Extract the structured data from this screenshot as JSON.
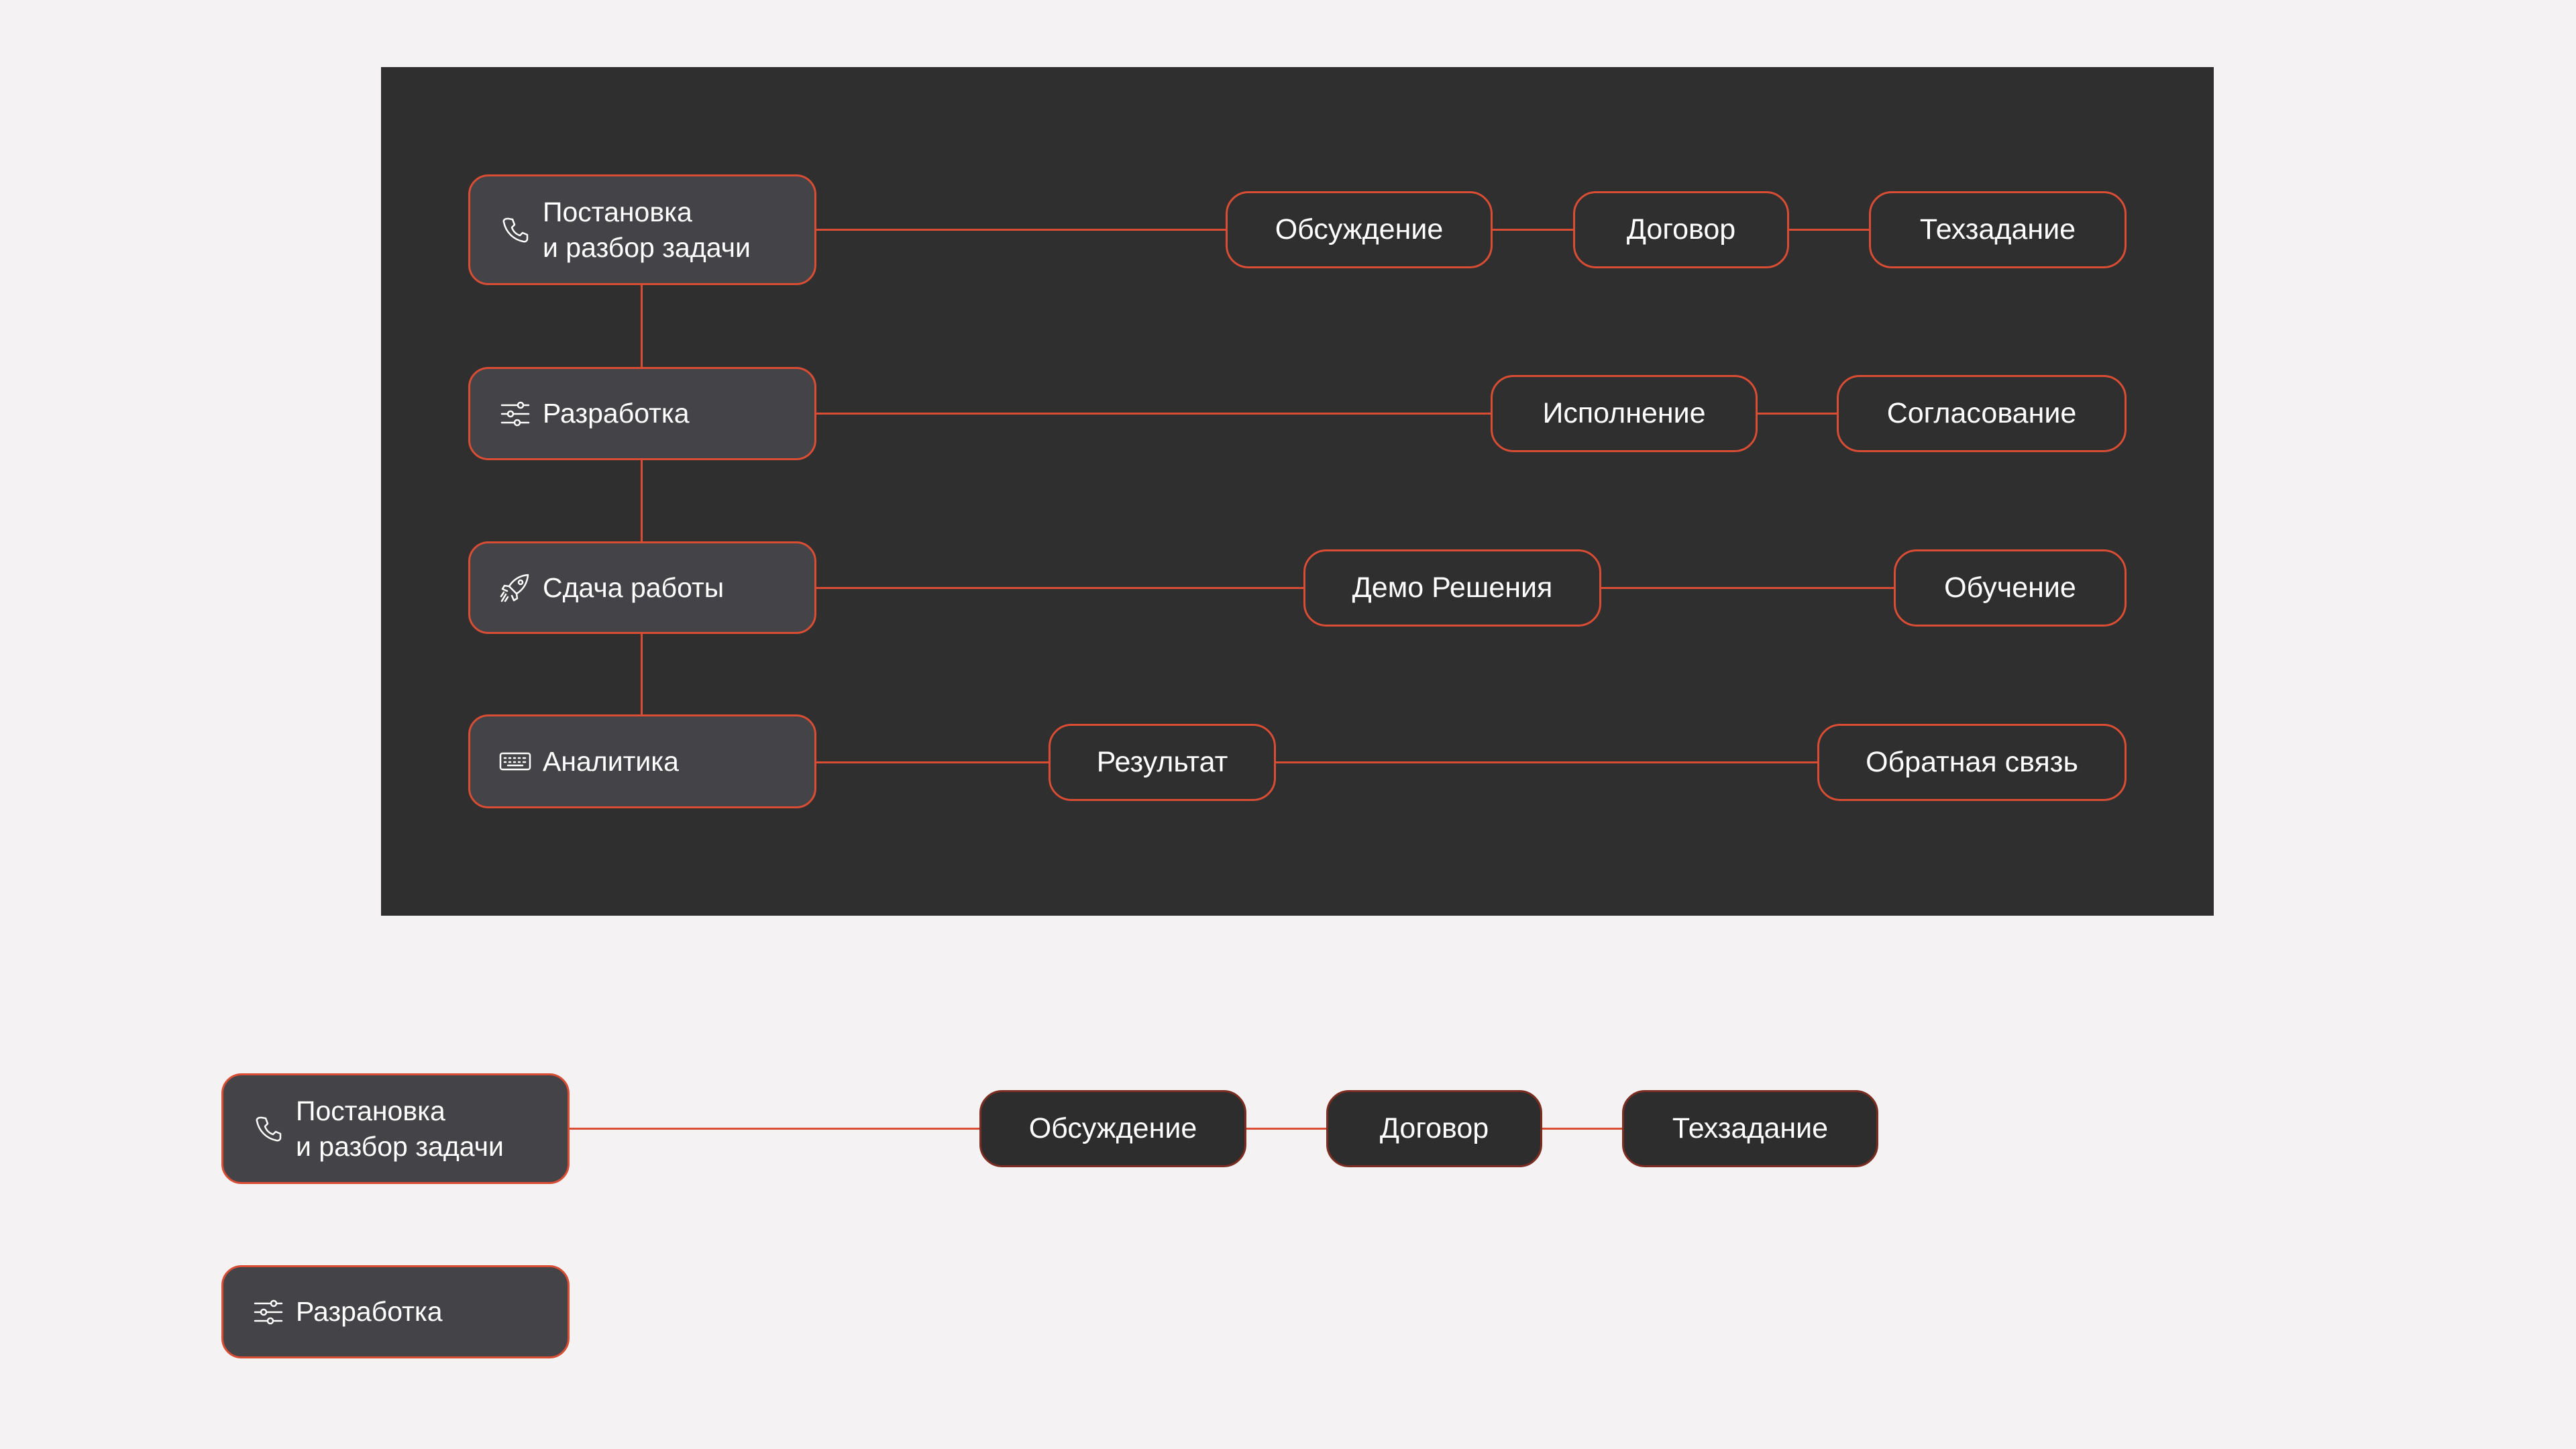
{
  "dark_diagram": {
    "rows": [
      {
        "stage": {
          "line1": "Постановка",
          "line2": "и разбор задачи",
          "icon": "phone-icon"
        },
        "steps": [
          "Обсуждение",
          "Договор",
          "Техзадание"
        ]
      },
      {
        "stage": {
          "line1": "Разработка",
          "line2": "",
          "icon": "sliders-icon"
        },
        "steps": [
          "Исполнение",
          "Согласование"
        ]
      },
      {
        "stage": {
          "line1": "Сдача работы",
          "line2": "",
          "icon": "rocket-icon"
        },
        "steps": [
          "Демо Решения",
          "Обучение"
        ]
      },
      {
        "stage": {
          "line1": "Аналитика",
          "line2": "",
          "icon": "keyboard-icon"
        },
        "steps": [
          "Результат",
          "Обратная связь"
        ]
      }
    ]
  },
  "light_diagram": {
    "rows": [
      {
        "stage": {
          "line1": "Постановка",
          "line2": "и разбор задачи",
          "icon": "phone-icon"
        },
        "steps": [
          "Обсуждение",
          "Договор",
          "Техзадание"
        ]
      },
      {
        "stage": {
          "line1": "Разработка",
          "line2": "",
          "icon": "sliders-icon"
        },
        "steps": []
      }
    ]
  },
  "colors": {
    "page_background": "#f5f2f3",
    "panel_background": "#2f2f2f",
    "stage_fill": "#444448",
    "step_fill": "#2f2f2f",
    "accent_line": "#d84d34"
  }
}
